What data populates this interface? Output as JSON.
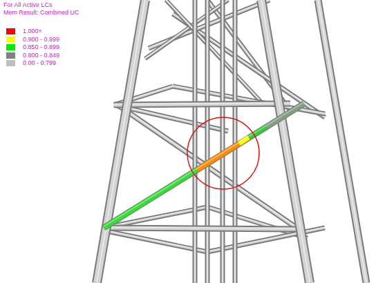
{
  "diagram": {
    "labels": [
      "For All Active LCs",
      "Mem Result: Combined UC"
    ],
    "legend": [
      {
        "text": "1.000+",
        "color": "#ff0000"
      },
      {
        "text": "0.900 - 0.999",
        "color": "#ffff00"
      },
      {
        "text": "0.850 - 0.899",
        "color": "#00ee00"
      },
      {
        "text": "0.800 - 0.849",
        "color": "#808080"
      },
      {
        "text": "0.00 - 0.799",
        "color": "#bfbfbf"
      }
    ]
  }
}
